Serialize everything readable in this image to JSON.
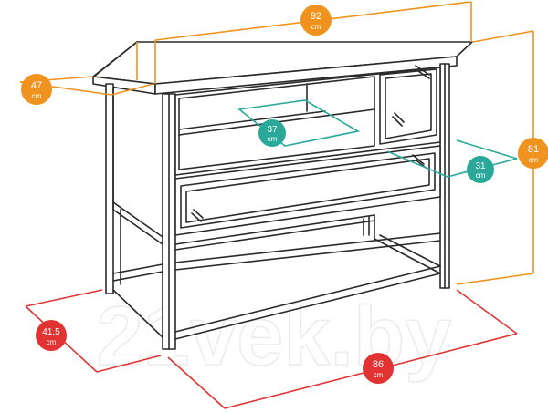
{
  "colors": {
    "orange": "#f0921e",
    "red": "#e23333",
    "teal": "#2aa99a",
    "line": "#2a2a2a",
    "watermark": "#ececec"
  },
  "dimensions": {
    "width_top": {
      "value": "92",
      "unit": "cm"
    },
    "depth_top": {
      "value": "47",
      "unit": "cm"
    },
    "height": {
      "value": "81",
      "unit": "cm"
    },
    "shelf_depth": {
      "value": "37",
      "unit": "cm"
    },
    "drawer_depth": {
      "value": "31",
      "unit": "cm"
    },
    "base_depth": {
      "value": "41,5",
      "unit": "cm"
    },
    "base_width": {
      "value": "86",
      "unit": "cm"
    }
  },
  "watermark": "21vek.by"
}
